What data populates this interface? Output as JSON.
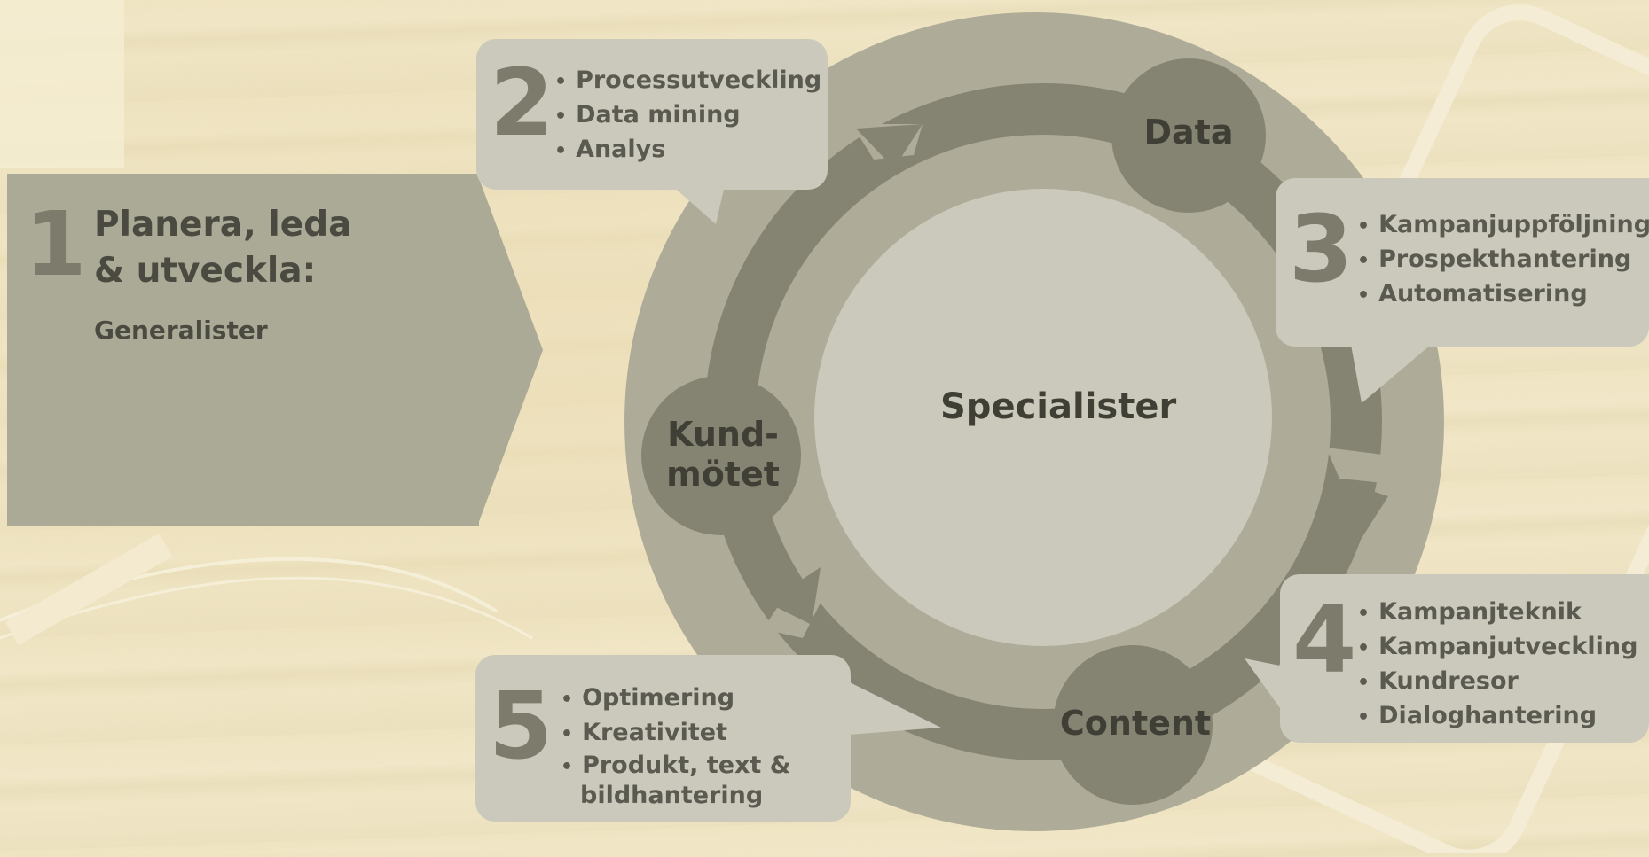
{
  "center": {
    "label": "Specialister"
  },
  "nodes": {
    "data": "Data",
    "kund_line1": "Kund-",
    "kund_line2": "mötet",
    "content": "Content"
  },
  "panel1": {
    "number": "1",
    "title_line1": "Planera, leda",
    "title_line2": "& utveckla:",
    "subtitle": "Generalister"
  },
  "bubble2": {
    "number": "2",
    "items": [
      "Processutveckling",
      "Data mining",
      "Analys"
    ]
  },
  "bubble3": {
    "number": "3",
    "items": [
      "Kampanjuppföljning",
      "Prospekthantering",
      "Automatisering"
    ]
  },
  "bubble4": {
    "number": "4",
    "items": [
      "Kampanjteknik",
      "Kampanjutveckling",
      "Kundresor",
      "Dialoghantering"
    ]
  },
  "bubble5": {
    "number": "5",
    "items": [
      "Optimering",
      "Kreativitet",
      "Produkt, text &",
      "bildhantering"
    ]
  },
  "colors": {
    "outer_circle": "#aeac98",
    "ring_band": "#858372",
    "inner_circle": "#cac9bb",
    "node": "#858372",
    "text_dark": "#4a4a40",
    "number": "#7c7b6c",
    "bubble": "#cac9bb",
    "panel": "#abaa97"
  }
}
